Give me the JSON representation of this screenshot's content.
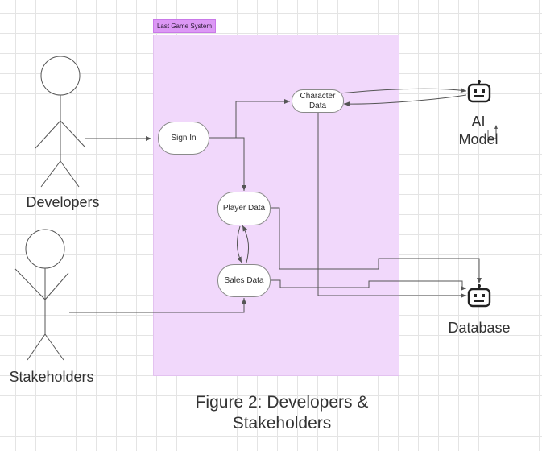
{
  "system": {
    "title": "Last Game System"
  },
  "actors": {
    "developers": "Developers",
    "stakeholders": "Stakeholders"
  },
  "processes": {
    "sign_in": "Sign In",
    "character_data_line1": "Character",
    "character_data_line2": "Data",
    "player_data": "Player Data",
    "sales_data": "Sales Data"
  },
  "externals": {
    "ai_model_line1": "AI",
    "ai_model_line2": "Model",
    "database": "Database"
  },
  "caption": {
    "line1": "Figure 2: Developers &",
    "line2": "Stakeholders"
  },
  "icons": {
    "ai_model": "robot-icon",
    "database": "robot-icon"
  }
}
